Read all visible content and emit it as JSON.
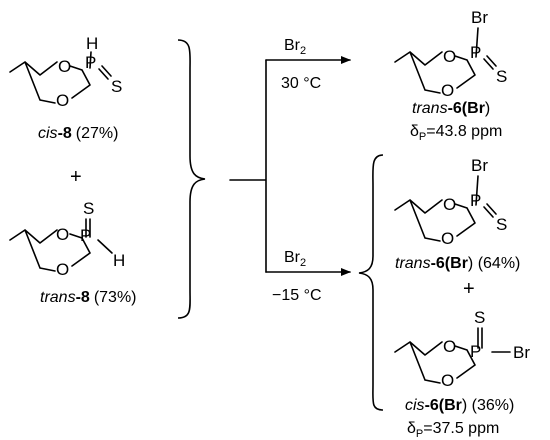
{
  "atoms": {
    "H": "H",
    "P": "P",
    "O": "O",
    "S": "S",
    "Br": "Br"
  },
  "reactants": {
    "cis8": {
      "prefix": "cis",
      "number": "-8",
      "yield": "(27%)"
    },
    "plus": "+",
    "trans8": {
      "prefix": "trans",
      "number": "-8",
      "yield": "(73%)"
    }
  },
  "conditions": {
    "upper": {
      "reagent": "Br",
      "sub": "2",
      "temp": "30 °C"
    },
    "lower": {
      "reagent": "Br",
      "sub": "2",
      "temp": "−15 °C"
    }
  },
  "products": {
    "top": {
      "prefix": "trans",
      "number": "-6(",
      "br": "Br",
      "close": ")",
      "shift_prefix": "δ",
      "shift_sub": "P",
      "shift_value": "=43.8 ppm"
    },
    "middle": {
      "prefix": "trans",
      "number": "-6(",
      "br": "Br",
      "close": ")",
      "yield": " (64%)"
    },
    "plus": "+",
    "bottom": {
      "prefix": "cis",
      "number": "-6(",
      "br": "Br",
      "close": ")",
      "yield": " (36%)",
      "shift_prefix": "δ",
      "shift_sub": "P",
      "shift_value": "=37.5 ppm"
    }
  }
}
